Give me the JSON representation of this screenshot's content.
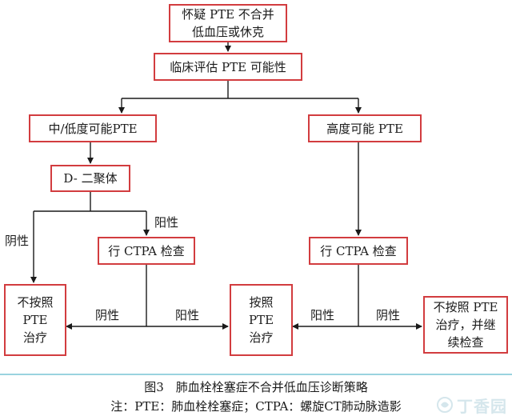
{
  "nodes": {
    "suspect": "怀疑 PTE 不合并\n低血压或休克",
    "clinical": "临床评估 PTE 可能性",
    "mid_low": "中/低度可能PTE",
    "high": "高度可能 PTE",
    "ddimer": "D- 二聚体",
    "ctpa_left": "行 CTPA 检查",
    "ctpa_right": "行 CTPA 检查",
    "no_treat_left": "不按照\nPTE\n治疗",
    "treat": "按照\nPTE\n治疗",
    "no_treat_right": "不按照 PTE\n治疗，并继\n续检查"
  },
  "edges": {
    "ddimer_negative": "阴性",
    "ddimer_positive": "阳性",
    "ctpa_left_negative": "阴性",
    "ctpa_left_positive": "阳性",
    "ctpa_right_positive": "阳性",
    "ctpa_right_negative": "阴性"
  },
  "caption": {
    "title": "图3　肺血栓栓塞症不合并低血压诊断策略",
    "note": "注：PTE：肺血栓栓塞症；CTPA：螺旋CT肺动脉造影"
  },
  "watermark": {
    "text": "丁香园",
    "color": "#6aa9bd"
  },
  "colors": {
    "node_border": "#d23c3f",
    "line": "#1a1a1a",
    "separator": "#9ad3df"
  }
}
